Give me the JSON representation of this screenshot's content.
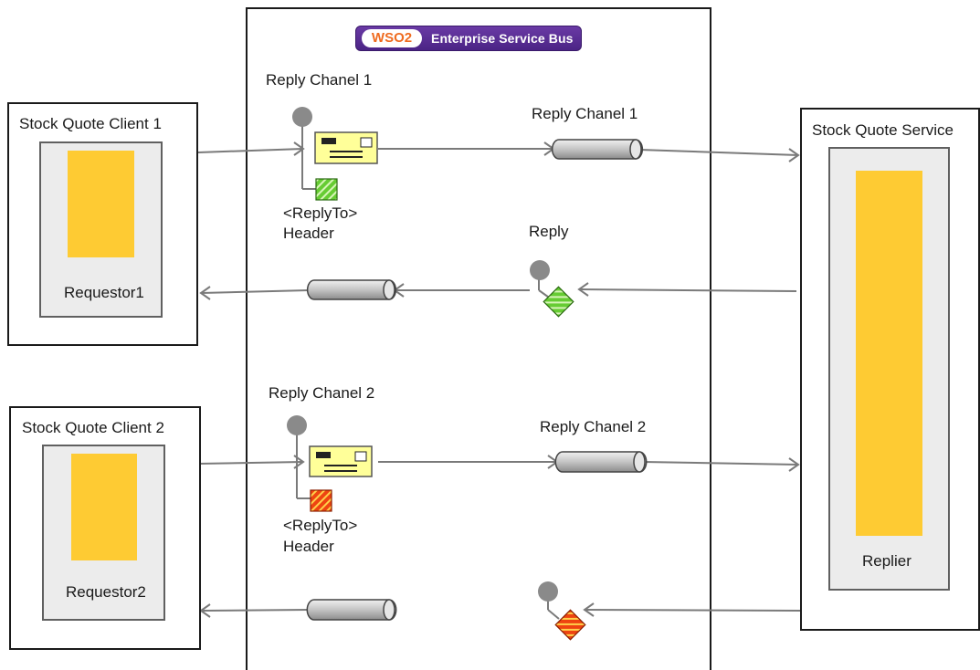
{
  "esb": {
    "logo": "WSO2",
    "title": "Enterprise Service Bus"
  },
  "clients": [
    {
      "title": "Stock Quote Client 1",
      "component": "Requestor1"
    },
    {
      "title": "Stock Quote Client 2",
      "component": "Requestor2"
    }
  ],
  "service": {
    "title": "Stock Quote Service",
    "component": "Replier"
  },
  "labels": {
    "reply_channel_1_top": "Reply Chanel 1",
    "reply_channel_1_pipe": "Reply Chanel 1",
    "reply_channel_2_top": "Reply Chanel 2",
    "reply_channel_2_pipe": "Reply Chanel 2",
    "replyto_1": "<ReplyTo>",
    "header_1": "Header",
    "replyto_2": "<ReplyTo>",
    "header_2": "Header",
    "reply": "Reply"
  },
  "colors": {
    "component_fill": "#fecb33",
    "message_fill": "#ffff99",
    "channel1_header": "#66cc33",
    "channel2_header": "#ee4411",
    "pipe_fill": "#c8c8c8",
    "connector": "#808080"
  }
}
